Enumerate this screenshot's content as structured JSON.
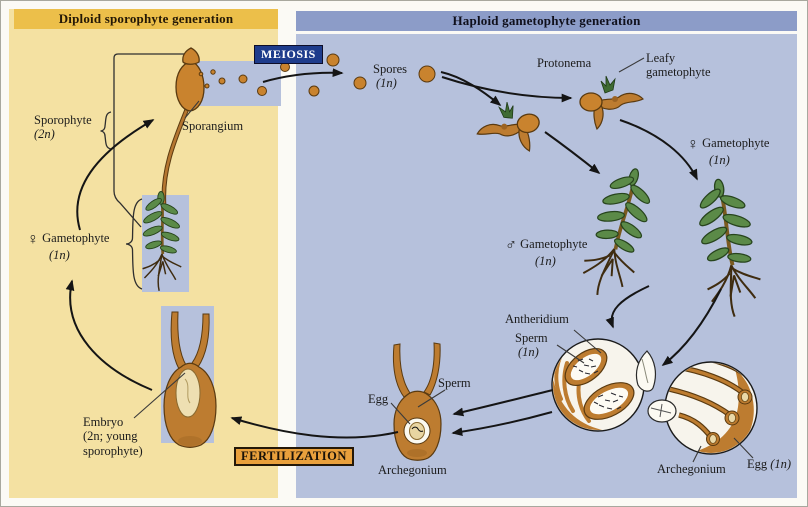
{
  "panels": {
    "diploid": {
      "title": "Diploid sporophyte generation",
      "body_color": "#f4e1a2",
      "header_color": "#ecbf4a"
    },
    "haploid": {
      "title": "Haploid gametophyte generation",
      "body_color": "#b6c1dc",
      "header_color": "#8c9cc8"
    }
  },
  "process": {
    "meiosis": {
      "label": "MEIOSIS",
      "bg": "#1e3c8c",
      "text_color": "#ffffff"
    },
    "fertilization": {
      "label": "FERTILIZATION",
      "bg": "#e9a03c",
      "text_color": "#1a1208"
    }
  },
  "labels": {
    "sporophyte": {
      "name": "Sporophyte",
      "ploidy": "(2n)"
    },
    "sporangium": "Sporangium",
    "spores": {
      "name": "Spores",
      "ploidy": "(1n)"
    },
    "protonema": "Protonema",
    "leafy_gametophyte": {
      "line1": "Leafy",
      "line2": "gametophyte"
    },
    "gametophyte_female_left": {
      "symbol": "♀",
      "name": "Gametophyte",
      "ploidy": "(1n)"
    },
    "gametophyte_female_right": {
      "symbol": "♀",
      "name": "Gametophyte",
      "ploidy": "(1n)"
    },
    "gametophyte_male": {
      "symbol": "♂",
      "name": "Gametophyte",
      "ploidy": "(1n)"
    },
    "antheridium": "Antheridium",
    "antheridium_sperm": {
      "name": "Sperm",
      "ploidy": "(1n)"
    },
    "sperm": "Sperm",
    "egg": "Egg",
    "archegonium_center": "Archegonium",
    "archegonium_right": "Archegonium",
    "egg_right": {
      "name": "Egg",
      "ploidy": "(1n)"
    },
    "embryo": {
      "line1": "Embryo",
      "line2": "(2n; young",
      "line3": "sporophyte)"
    }
  },
  "drawing_colors": {
    "spore_orange": "#c9832e",
    "plant_orange": "#bd7c30",
    "moss_green": "#5b8a48",
    "dark_outline": "#5a3a10",
    "highlight_blue": "#b6c1dc",
    "arrow_black": "#151515"
  }
}
